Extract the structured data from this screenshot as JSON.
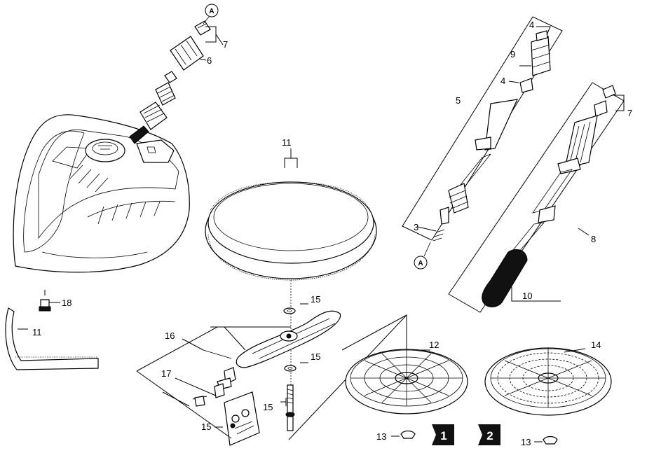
{
  "labels": {
    "l1": "1",
    "l2": "2",
    "l3": "3",
    "l4a": "4",
    "l4b": "4",
    "l5": "5",
    "l6": "6",
    "l7a": "7",
    "l7b": "7",
    "l8": "8",
    "l9": "9",
    "l10": "10",
    "l11a": "11",
    "l11b": "11",
    "l12": "12",
    "l13a": "13",
    "l13b": "13",
    "l14": "14",
    "l15a": "15",
    "l15b": "15",
    "l15c": "15",
    "l15d": "15",
    "l16": "16",
    "l17": "17",
    "l18": "18",
    "refA1": "A",
    "refA2": "A"
  }
}
